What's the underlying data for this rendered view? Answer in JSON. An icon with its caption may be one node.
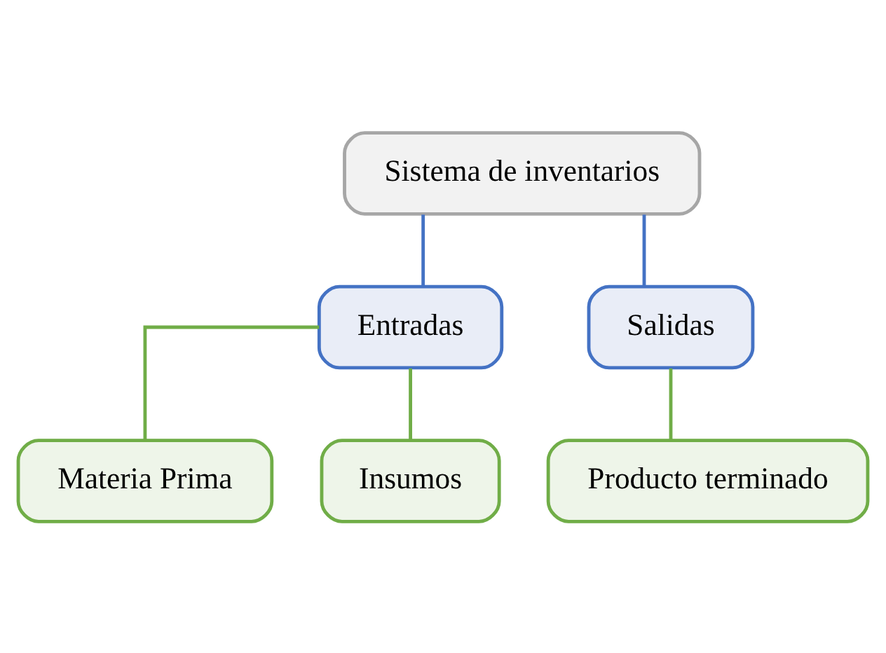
{
  "diagram": {
    "nodes": [
      {
        "text": [
          "Sistema de inventarios"
        ]
      },
      {
        "text": [
          "Entradas"
        ]
      },
      {
        "text": [
          "Salidas"
        ]
      },
      {
        "text": [
          "Materia Prima"
        ]
      },
      {
        "text": [
          "Insumos"
        ]
      },
      {
        "text": [
          "Producto terminado"
        ]
      }
    ],
    "edges": [
      {
        "from": 0,
        "to": 1,
        "arrow": "none",
        "color": "#4472c4"
      },
      {
        "from": 0,
        "to": 2,
        "arrow": "none",
        "color": "#4472c4"
      },
      {
        "from": 1,
        "to": 3,
        "arrow": "none"
      },
      {
        "from": 1,
        "to": 4,
        "arrow": "none"
      },
      {
        "from": 2,
        "to": 5,
        "arrow": "none"
      }
    ]
  }
}
